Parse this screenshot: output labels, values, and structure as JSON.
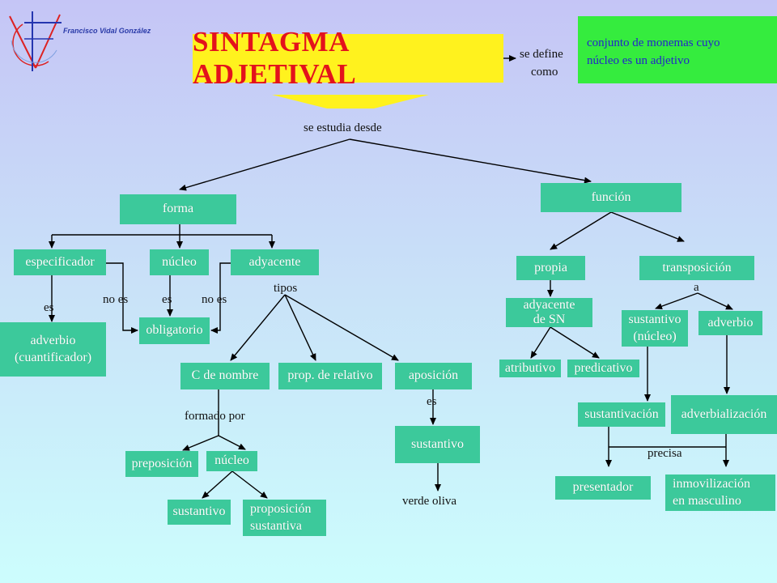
{
  "logo": {
    "author": "Francisco Vidal González"
  },
  "title": "SINTAGMA ADJETIVAL",
  "definition": {
    "connector": [
      "se define",
      "como"
    ],
    "text": [
      "conjunto de monemas cuyo",
      "núcleo es un adjetivo"
    ]
  },
  "root_label": "se estudia desde",
  "forma_branch": {
    "forma": "forma",
    "especificador": "especificador",
    "nucleo": "núcleo",
    "adyacente": "adyacente",
    "especificador_es": "es",
    "especificador_no_es": "no es",
    "nucleo_es": "es",
    "adyacente_no_es": "no es",
    "adverbio_cuantificador": [
      "adverbio",
      "(cuantificador)"
    ],
    "obligatorio": "obligatorio",
    "tipos": "tipos",
    "c_de_nombre": "C de nombre",
    "prop_de_relativo": "prop. de relativo",
    "aposicion": "aposición",
    "formado_por": "formado por",
    "preposicion": "preposición",
    "nucleo_c": "núcleo",
    "sustantivo_c": "sustantivo",
    "proposicion_sustantiva": [
      "proposición",
      "sustantiva"
    ],
    "aposicion_es": "es",
    "sustantivo_aposicion": "sustantivo",
    "ejemplo": "verde oliva"
  },
  "funcion_branch": {
    "funcion": "función",
    "propia": "propia",
    "transposicion": "transposición",
    "a": "a",
    "adyacente_de_sn": [
      "adyacente",
      "de SN"
    ],
    "atributivo": "atributivo",
    "predicativo": "predicativo",
    "sustantivo_nucleo": [
      "sustantivo",
      "(núcleo)"
    ],
    "adverbio": "adverbio",
    "sustantivacion": "sustantivación",
    "adverbializacion": "adverbialización",
    "precisa": "precisa",
    "presentador": "presentador",
    "inmovilizacion": [
      "inmovilización",
      "en masculino"
    ]
  },
  "colors": {
    "node": "#3cc99b",
    "title_box": "#fff21e",
    "title_text": "#e3121c",
    "definition_box": "#35ec3e",
    "definition_text": "#2323cc"
  }
}
